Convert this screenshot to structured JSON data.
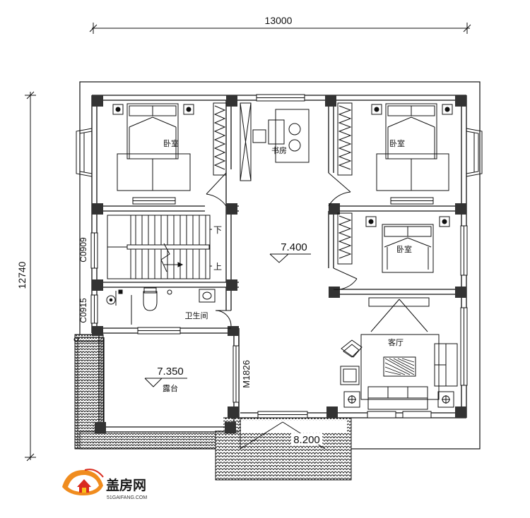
{
  "dimensions": {
    "overall_width": "13000",
    "overall_depth": "12740"
  },
  "rooms": {
    "bedroom_left": "卧室",
    "study": "书房",
    "bedroom_right": "卧室",
    "bedroom_middle": "卧室",
    "bathroom": "卫生间",
    "living_room": "客厅",
    "terrace": "露台"
  },
  "stairs": {
    "down": "下",
    "up": "上"
  },
  "levels": {
    "hall": "7.400",
    "terrace": "7.350",
    "roof": "8.200"
  },
  "openings": {
    "window_stair": "C0909",
    "window_bath": "C0915",
    "door_terrace": "M1826"
  },
  "watermark": {
    "name_cn": "盖房网",
    "url": "51GAIFANG.COM",
    "colors": {
      "orange": "#f08c1e",
      "red": "#d92b1f",
      "yellow": "#f7c21a"
    }
  }
}
